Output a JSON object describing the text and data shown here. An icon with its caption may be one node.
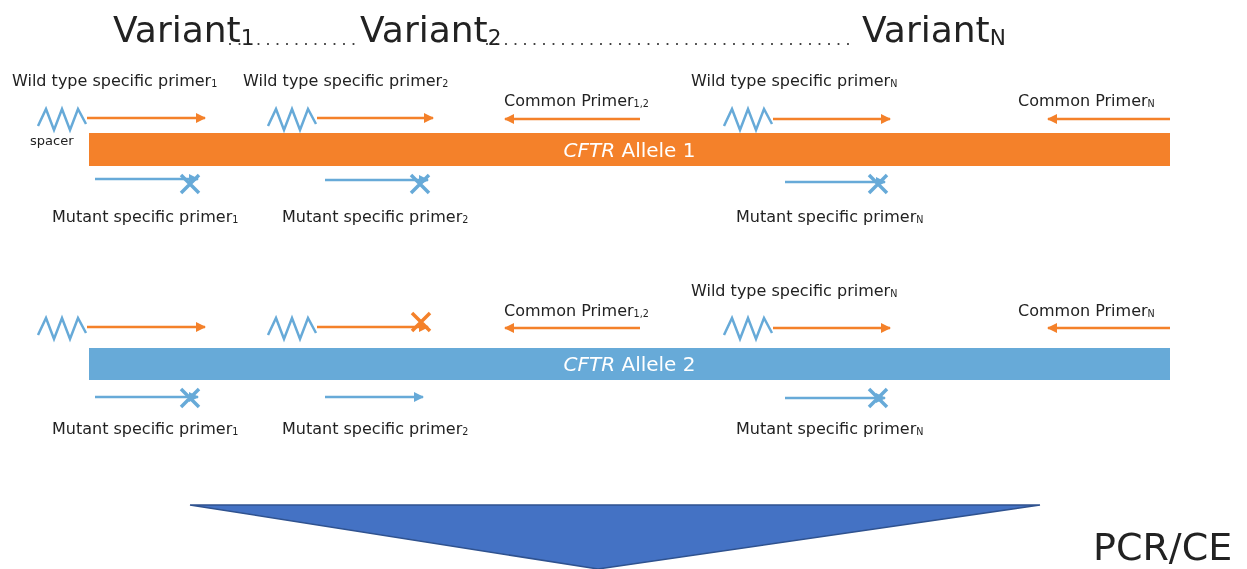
{
  "diagram": {
    "nodes": [
      {
        "text": [
          "*CFTR* Allele 1"
        ]
      },
      {
        "text": [
          "*CFTR* Allele 2"
        ]
      }
    ],
    "edges": [],
    "labels": [
      "Variant$_{1}$",
      "Variant$_{2}$",
      "Variant$_{N}$",
      "Wild type specific primer$_{1}$",
      "Wild type specific primer$_{2}$",
      "Wild type specific primer$_{N}$",
      "Common Primer$_{1,2}$",
      "Common Primer$_{N}$",
      "spacer",
      "Mutant specific primer$_{1}$",
      "Mutant specific primer$_{2}$",
      "Mutant specific primer$_{N}$",
      "Wild type specific primer$_{N}$",
      "Common Primer$_{1,2}$",
      "Common Primer$_{N}$",
      "Mutant specific primer$_{1}$",
      "Mutant specific primer$_{2}$",
      "Mutant specific primer$_{N}$",
      "PCR/CE"
    ]
  }
}
